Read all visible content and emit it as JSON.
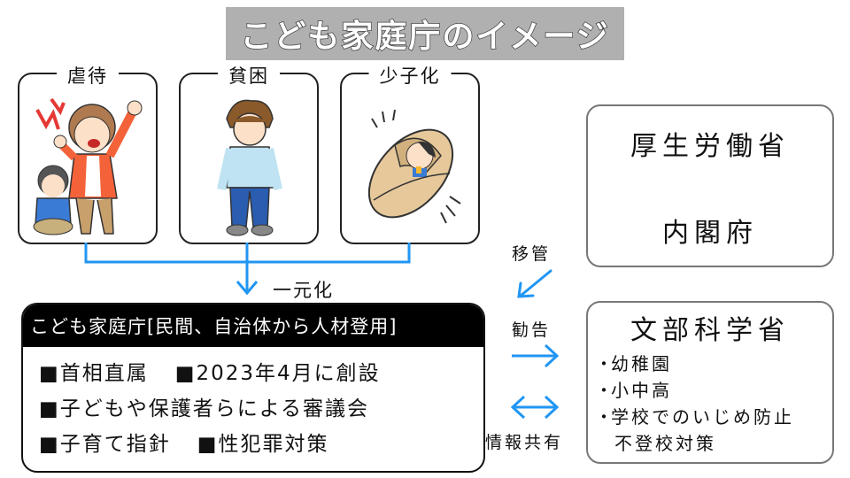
{
  "title": "こども家庭庁のイメージ",
  "issues": [
    {
      "label": "虐待",
      "illustration": "angry-parent-and-crying-child"
    },
    {
      "label": "貧困",
      "illustration": "poor-boy-torn-clothes"
    },
    {
      "label": "少子化",
      "illustration": "swaddled-baby"
    }
  ],
  "unify_label": "一元化",
  "agency": {
    "header": "こども家庭庁[民間、自治体から人材登用]",
    "lines": [
      [
        "■首相直属",
        "■2023年4月に創設"
      ],
      [
        "■子どもや保護者らによる審議会"
      ],
      [
        "■子育て指針",
        "■性犯罪対策"
      ]
    ]
  },
  "relations": {
    "transfer": "移管",
    "recommend": "勧告",
    "share": "情報共有"
  },
  "ministries": {
    "mhlw": {
      "line1": "厚生労働省",
      "line2": "内閣府"
    },
    "mext": {
      "name": "文部科学省",
      "items": [
        "幼稚園",
        "小中高",
        "学校でのいじめ防止"
      ],
      "continuation": "不登校対策",
      "bullet": "・"
    }
  },
  "colors": {
    "arrow": "#2196f3",
    "title_bg": "#b0b0b0",
    "header_bg": "#000000"
  }
}
